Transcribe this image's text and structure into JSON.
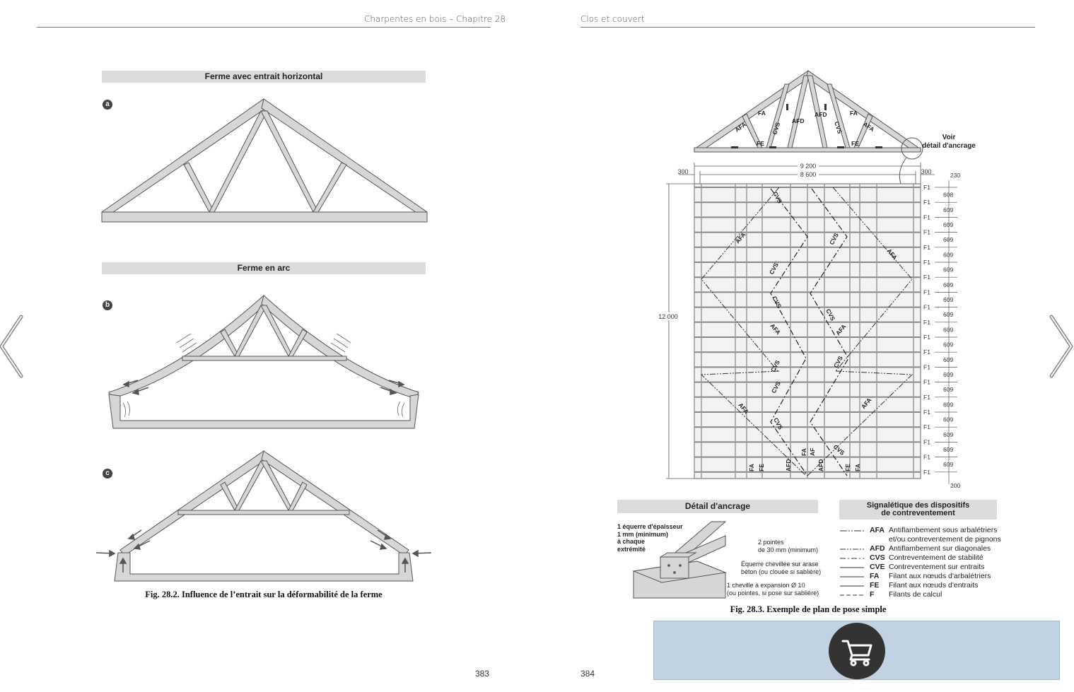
{
  "left_page": {
    "running_head": "Charpentes en bois – Chapitre 28",
    "page_number": "383",
    "band_a": "Ferme avec entrait horizontal",
    "band_b": "Ferme en arc",
    "labels": [
      "a",
      "b",
      "c"
    ],
    "caption": "Fig. 28.2. Influence de l’entrait sur la déformabilité de la ferme"
  },
  "right_page": {
    "running_head": "Clos et couvert",
    "page_number": "384",
    "detail_title": "Détail d'ancrage",
    "legend_title_line1": "Signalétique des dispositifs",
    "legend_title_line2": "de contreventement",
    "caption": "Fig. 28.3. Exemple de plan de pose simple",
    "voir_line1": "Voir",
    "voir_line2": "détail d'ancrage",
    "dim_total": "9 200",
    "dim_inner": "8 600",
    "dim_overhang": "300",
    "dim_length": "12 000",
    "dim_first": "230",
    "dim_last": "200",
    "spacings": [
      "608",
      "609",
      "609",
      "609",
      "609",
      "609",
      "609",
      "609",
      "609",
      "609",
      "609",
      "609",
      "609",
      "609",
      "609",
      "609",
      "609",
      "609",
      "609"
    ],
    "spacing_label": "F1",
    "truss_labels": [
      "AFA",
      "FA",
      "CVS",
      "AFD",
      "AFD",
      "CVS",
      "FA",
      "AFA",
      "FE",
      "FE"
    ],
    "plan_labels": [
      "CVS",
      "AFA",
      "CVS",
      "CVS",
      "CVS",
      "AFA",
      "AFA",
      "CVS",
      "AFA",
      "CVS",
      "AFA",
      "CVS",
      "AFA",
      "FA",
      "FE",
      "AFD",
      "FA",
      "AF",
      "AFD",
      "FE",
      "FA",
      "CVS",
      "CVS",
      "CVS"
    ],
    "detail_notes": {
      "left_1": "1 équerre d'épaisseur",
      "left_2": "1 mm (minimum)",
      "left_3": "à chaque",
      "left_4": "extrémité",
      "pointes_1": "2 pointes",
      "pointes_2": "de 30 mm (minimum)",
      "equerre_1": "Équerre chevillée sur arase",
      "equerre_2": "béton (ou clouée si sablière)",
      "cheville_1": "1 cheville à expansion Ø 10",
      "cheville_2": "(ou pointes, si pose sur sablière)"
    },
    "legend": [
      {
        "code": "AFA",
        "desc": "Antiflambement sous arbalétriers",
        "desc2": "et/ou contreventement de pignons",
        "dash": "10 2 2 2 2 2"
      },
      {
        "code": "AFD",
        "desc": "Antiflambement sur diagonales",
        "desc2": "",
        "dash": "8 2 2 2 2 2"
      },
      {
        "code": "CVS",
        "desc": "Contreventement de stabilité",
        "desc2": "",
        "dash": "8 3 2 3"
      },
      {
        "code": "CVE",
        "desc": "Contreventement sur entraits",
        "desc2": "",
        "dash": ""
      },
      {
        "code": "FA",
        "desc": "Filant aux nœuds d'arbalétriers",
        "desc2": "",
        "dash": ""
      },
      {
        "code": "FE",
        "desc": "Filant aux nœuds d'entraits",
        "desc2": "",
        "dash": ""
      },
      {
        "code": "F",
        "desc": "Filants de calcul",
        "desc2": "",
        "dash": "6 3"
      }
    ]
  },
  "colors": {
    "timber_fill": "#d6d6d6",
    "timber_stroke": "#555555",
    "band": "#dcdcdc",
    "banner": "#c1d3e3",
    "cart_button": "#333333"
  },
  "icons": {
    "prev": "chevron-left-icon",
    "next": "chevron-right-icon",
    "cart": "shopping-cart-icon"
  }
}
